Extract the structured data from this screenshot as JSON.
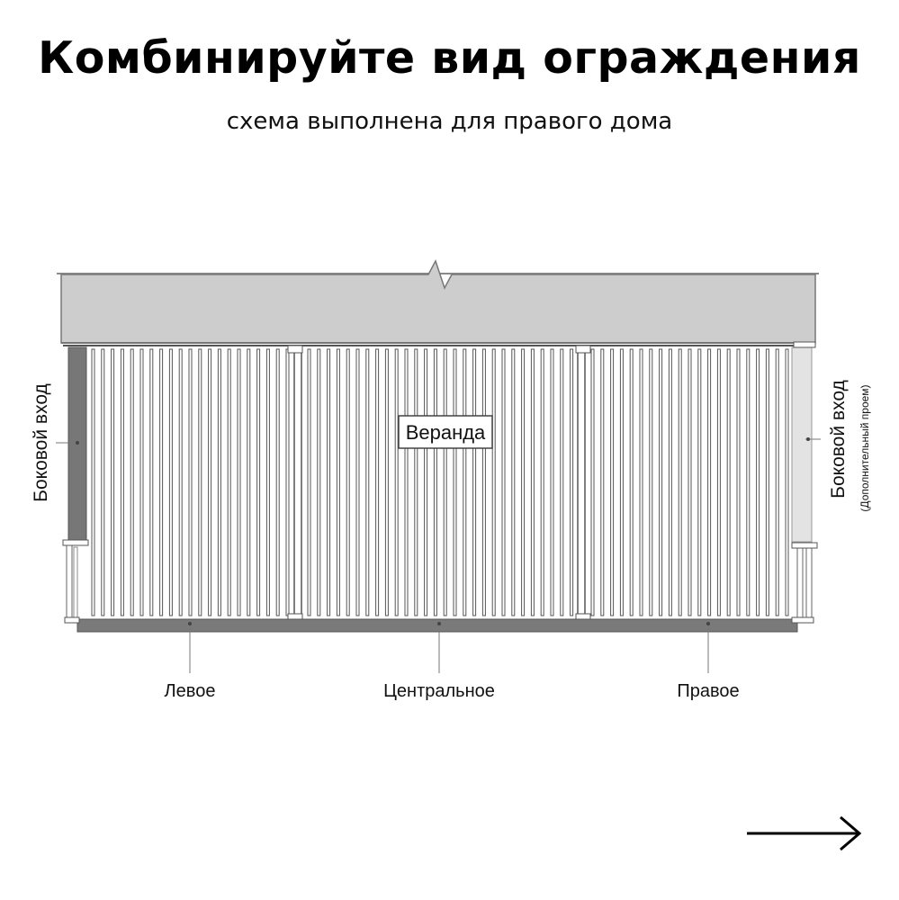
{
  "header": {
    "title": "Комбинируйте вид ограждения",
    "subtitle": "схема выполнена для правого дома"
  },
  "diagram": {
    "veranda_label": "Веранда",
    "side_entrance_left": "Боковой вход",
    "side_entrance_right": "Боковой вход",
    "side_entrance_right_note": "(Дополнительный проем)",
    "sections": {
      "left": "Левое",
      "center": "Центральное",
      "right": "Правое"
    }
  },
  "navigation": {
    "next_icon": "arrow-right-icon"
  }
}
